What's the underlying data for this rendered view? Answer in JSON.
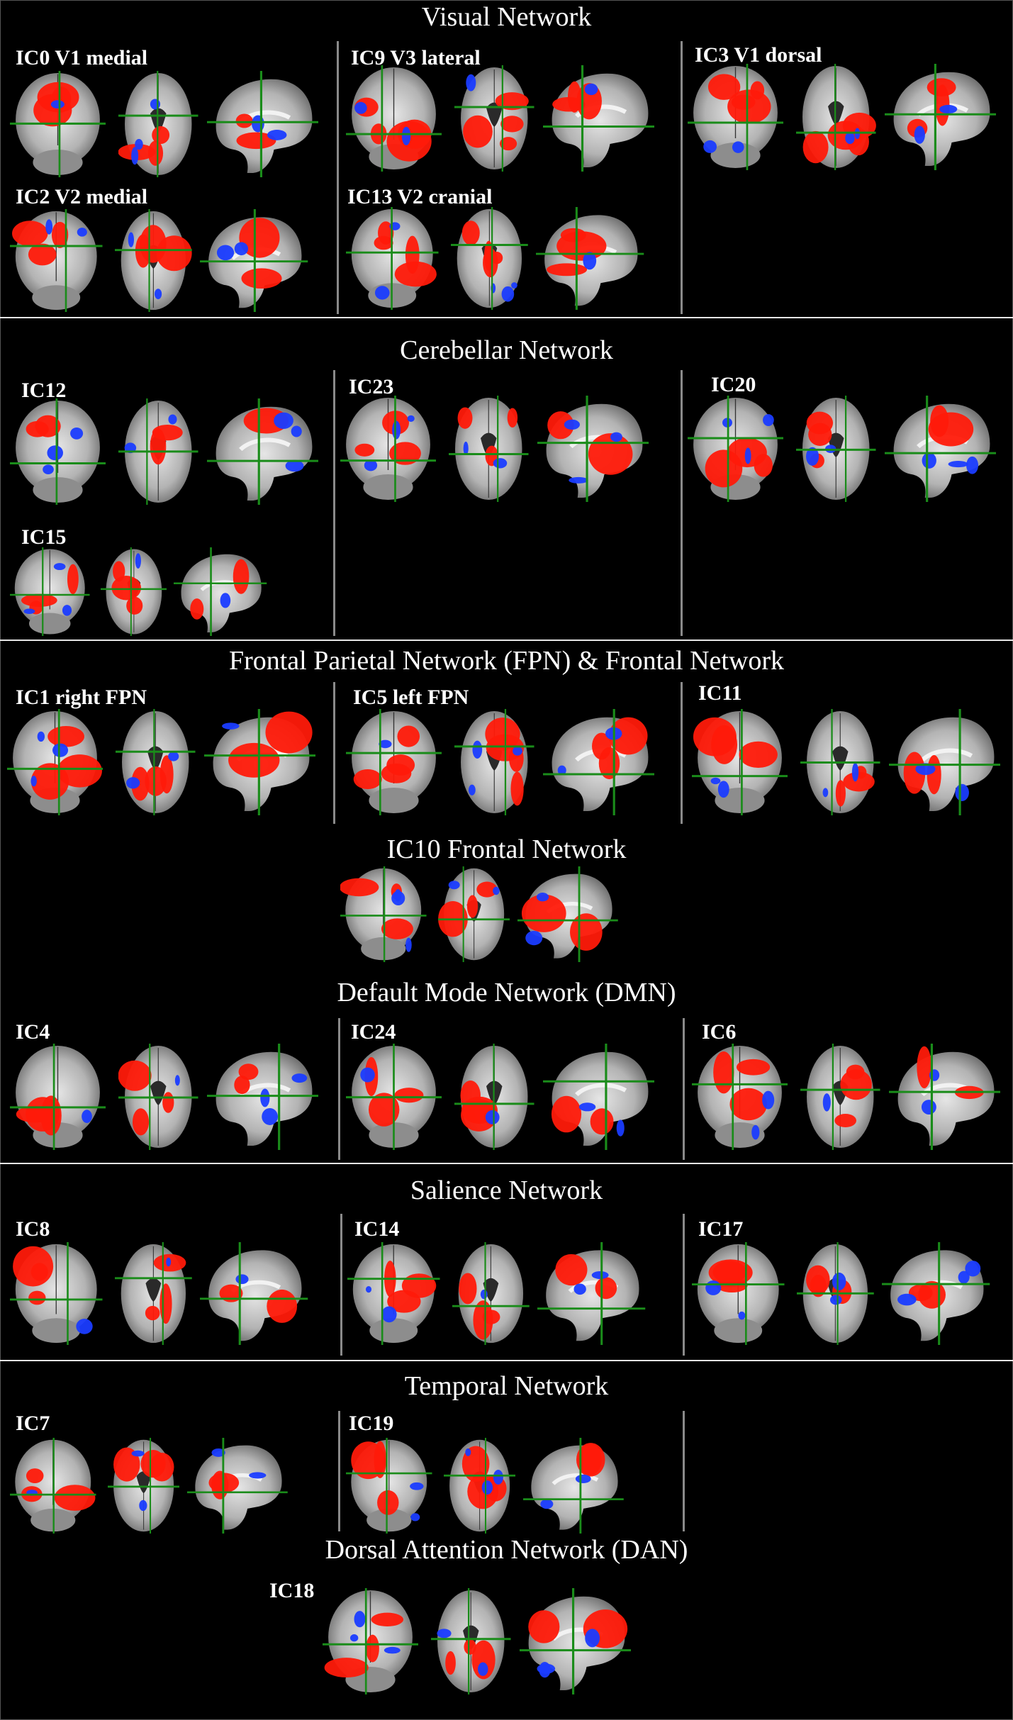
{
  "colors": {
    "background": "#000000",
    "positive": "#ff1a0a",
    "negative": "#1a3cff",
    "crosshair": "#1a8c1a",
    "text": "#ffffff"
  },
  "sections": [
    {
      "title": "Visual Network",
      "panels": [
        {
          "label": "IC0 V1 medial",
          "views": [
            "coronal-slice",
            "axial-slice",
            "sagittal-slice"
          ]
        },
        {
          "label": "IC9 V3 lateral",
          "views": [
            "coronal-slice",
            "axial-slice",
            "sagittal-slice"
          ]
        },
        {
          "label": "IC3 V1 dorsal",
          "views": [
            "coronal-slice",
            "axial-slice",
            "sagittal-slice"
          ]
        },
        {
          "label": "IC2 V2 medial",
          "views": [
            "coronal-slice",
            "axial-slice",
            "sagittal-slice"
          ]
        },
        {
          "label": "IC13 V2 cranial",
          "views": [
            "coronal-slice",
            "axial-slice",
            "sagittal-slice"
          ]
        }
      ]
    },
    {
      "title": "Cerebellar Network",
      "panels": [
        {
          "label": "IC12"
        },
        {
          "label": "IC23"
        },
        {
          "label": "IC20"
        },
        {
          "label": "IC15"
        }
      ]
    },
    {
      "title": "Frontal Parietal Network (FPN) & Frontal Network",
      "panels": [
        {
          "label": "IC1 right FPN"
        },
        {
          "label": "IC5 left FPN"
        },
        {
          "label": "IC11"
        }
      ]
    },
    {
      "title": "IC10 Frontal Network",
      "panels": [
        {
          "label": ""
        }
      ]
    },
    {
      "title": "Default Mode Network (DMN)",
      "panels": [
        {
          "label": "IC4"
        },
        {
          "label": "IC24"
        },
        {
          "label": "IC6"
        }
      ]
    },
    {
      "title": "Salience Network",
      "panels": [
        {
          "label": "IC8"
        },
        {
          "label": "IC14"
        },
        {
          "label": "IC17"
        }
      ]
    },
    {
      "title": "Temporal Network",
      "panels": [
        {
          "label": "IC7"
        },
        {
          "label": "IC19"
        }
      ]
    },
    {
      "title": "Dorsal Attention Network (DAN)",
      "panels": [
        {
          "label": "IC18"
        }
      ]
    }
  ]
}
